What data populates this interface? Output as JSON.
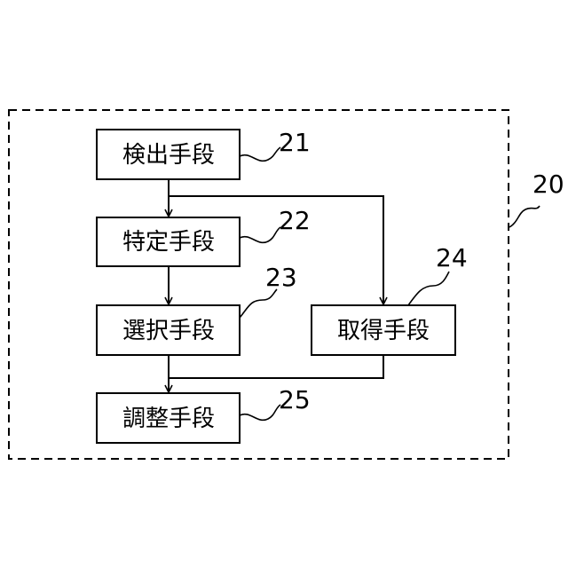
{
  "diagram": {
    "boundary_ref": "20",
    "blocks": [
      {
        "id": "detect",
        "label": "検出手段",
        "ref": "21"
      },
      {
        "id": "identify",
        "label": "特定手段",
        "ref": "22"
      },
      {
        "id": "select",
        "label": "選択手段",
        "ref": "23"
      },
      {
        "id": "acquire",
        "label": "取得手段",
        "ref": "24"
      },
      {
        "id": "adjust",
        "label": "調整手段",
        "ref": "25"
      }
    ],
    "connections": [
      {
        "from": "21",
        "to": "22"
      },
      {
        "from": "21",
        "to": "24"
      },
      {
        "from": "22",
        "to": "23"
      },
      {
        "from": "23",
        "to": "25"
      },
      {
        "from": "24",
        "to": "25"
      }
    ]
  }
}
